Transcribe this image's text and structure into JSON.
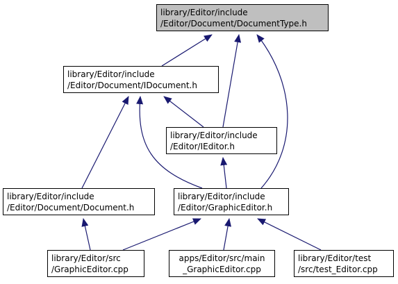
{
  "colors": {
    "edge": "#191970",
    "root_fill": "#bfbfbf",
    "node_fill": "#ffffff",
    "border": "#000000"
  },
  "nodes": {
    "root": {
      "line1": "library/Editor/include",
      "line2": "/Editor/Document/DocumentType.h"
    },
    "idocument": {
      "line1": "library/Editor/include",
      "line2": "/Editor/Document/IDocument.h"
    },
    "ieditor": {
      "line1": "library/Editor/include",
      "line2": "/Editor/IEditor.h"
    },
    "document": {
      "line1": "library/Editor/include",
      "line2": "/Editor/Document/Document.h"
    },
    "graphiceditor_h": {
      "line1": "library/Editor/include",
      "line2": "/Editor/GraphicEditor.h"
    },
    "graphiceditor_cpp": {
      "line1": "library/Editor/src",
      "line2": "/GraphicEditor.cpp"
    },
    "main_cpp": {
      "line1": "apps/Editor/src/main",
      "line2": "_GraphicEditor.cpp"
    },
    "test_cpp": {
      "line1": "library/Editor/test",
      "line2": "/src/test_Editor.cpp"
    }
  },
  "edges": [
    {
      "from": "idocument",
      "to": "root"
    },
    {
      "from": "ieditor",
      "to": "root"
    },
    {
      "from": "graphiceditor_h",
      "to": "root"
    },
    {
      "from": "document",
      "to": "idocument"
    },
    {
      "from": "ieditor",
      "to": "idocument"
    },
    {
      "from": "graphiceditor_h",
      "to": "idocument"
    },
    {
      "from": "graphiceditor_h",
      "to": "ieditor"
    },
    {
      "from": "graphiceditor_cpp",
      "to": "document"
    },
    {
      "from": "graphiceditor_cpp",
      "to": "graphiceditor_h"
    },
    {
      "from": "main_cpp",
      "to": "graphiceditor_h"
    },
    {
      "from": "test_cpp",
      "to": "graphiceditor_h"
    }
  ]
}
